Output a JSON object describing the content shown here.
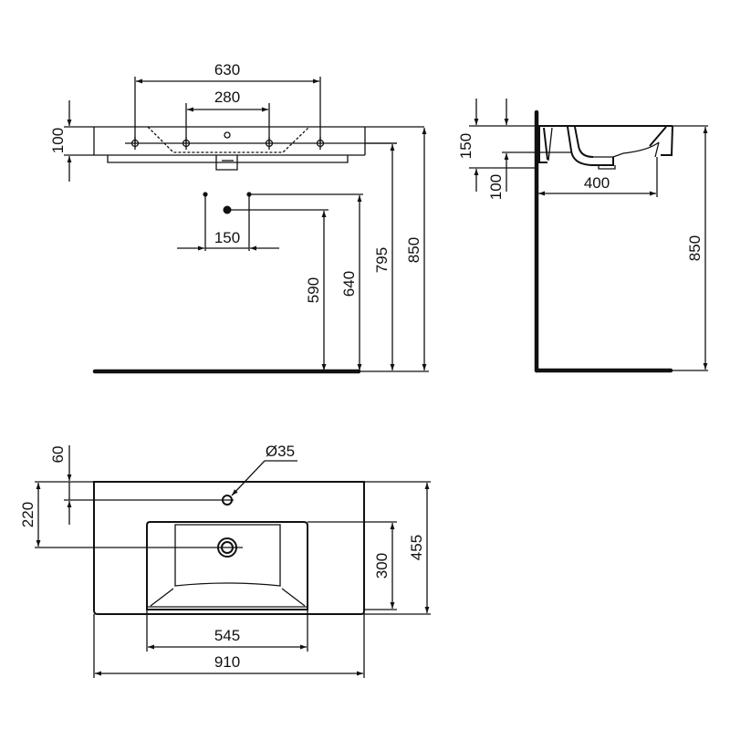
{
  "drawing": {
    "front_view": {
      "dimensions": {
        "tap_hole_spacing_outer": "630",
        "tap_hole_spacing_inner": "280",
        "basin_height": "100",
        "supply_spacing": "150",
        "waste_height": "590",
        "supply_height": "640",
        "basin_underside_height": "795",
        "rim_height": "850"
      }
    },
    "side_view": {
      "dimensions": {
        "basin_depth": "150",
        "bowl_depth": "100",
        "projection": "400",
        "rim_height": "850"
      }
    },
    "plan_view": {
      "dimensions": {
        "tap_hole_from_back": "60",
        "waste_from_back": "220",
        "tap_hole_diameter": "Ø35",
        "bowl_length": "300",
        "overall_depth": "455",
        "bowl_width": "545",
        "overall_width": "910"
      }
    },
    "colors": {
      "line": "#111111",
      "background": "#ffffff"
    }
  }
}
